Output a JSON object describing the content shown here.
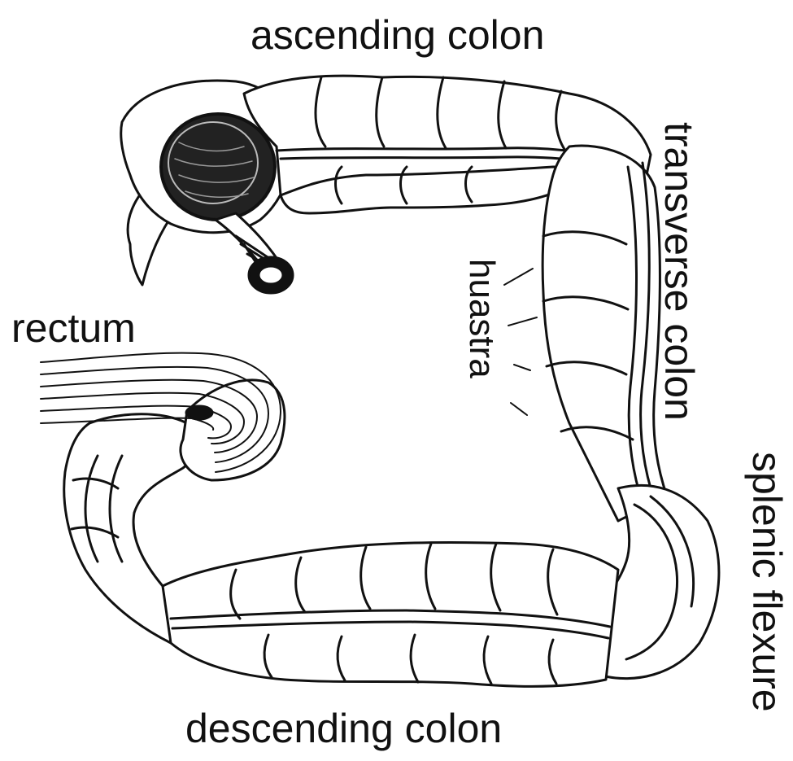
{
  "figure": {
    "labels": {
      "ascending_colon": "ascending colon",
      "transverse_colon": "transverse colon",
      "splenic_flexure": "splenic flexure",
      "huastra": "huastra",
      "rectum": "rectum",
      "descending_colon": "descending colon"
    },
    "colors": {
      "ink": "#111111",
      "paper": "#ffffff"
    }
  }
}
